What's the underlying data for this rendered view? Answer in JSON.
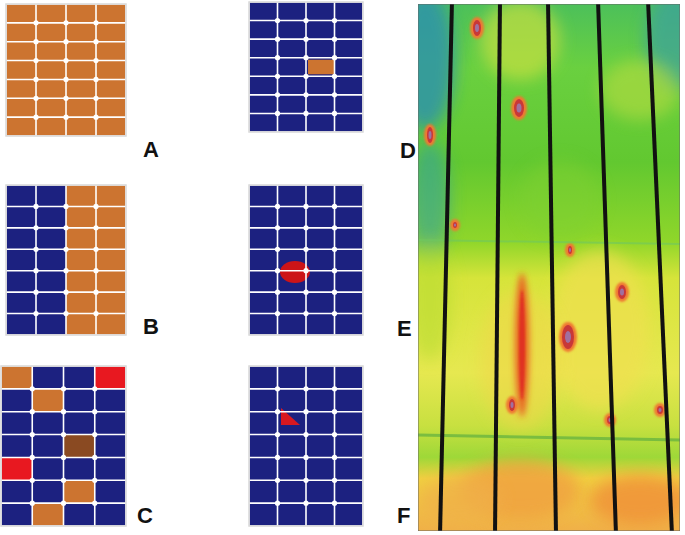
{
  "diagram": {
    "labels": [
      "A",
      "D",
      "B",
      "E",
      "C",
      "F"
    ]
  }
}
